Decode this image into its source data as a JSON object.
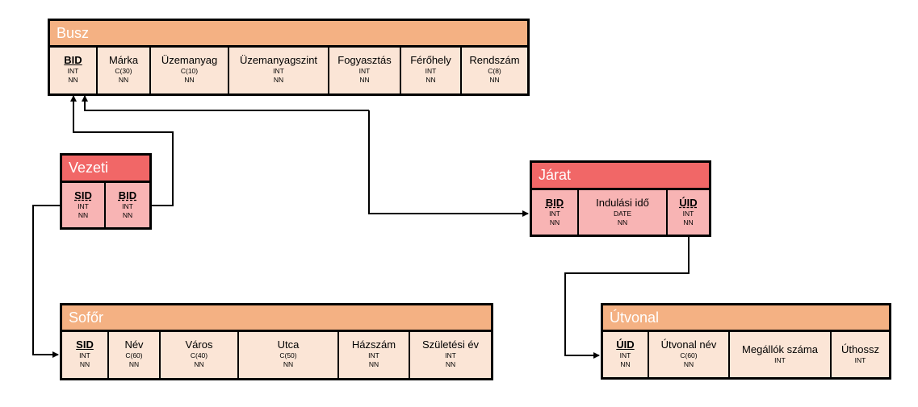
{
  "tables": {
    "busz": {
      "title": "Busz",
      "fields": [
        {
          "name": "BID",
          "type": "INT",
          "nn": "NN",
          "key": true
        },
        {
          "name": "Márka",
          "type": "C(30)",
          "nn": "NN"
        },
        {
          "name": "Üzemanyag",
          "type": "C(10)",
          "nn": "NN"
        },
        {
          "name": "Üzemanyagszint",
          "type": "INT",
          "nn": "NN"
        },
        {
          "name": "Fogyasztás",
          "type": "INT",
          "nn": "NN"
        },
        {
          "name": "Férőhely",
          "type": "INT",
          "nn": "NN"
        },
        {
          "name": "Rendszám",
          "type": "C(8)",
          "nn": "NN"
        }
      ]
    },
    "vezeti": {
      "title": "Vezeti",
      "fields": [
        {
          "name": "SID",
          "type": "INT",
          "nn": "NN",
          "key": true
        },
        {
          "name": "BID",
          "type": "INT",
          "nn": "NN",
          "key": true
        }
      ]
    },
    "jarat": {
      "title": "Járat",
      "fields": [
        {
          "name": "BID",
          "type": "INT",
          "nn": "NN",
          "key": true
        },
        {
          "name": "Indulási idő",
          "type": "DATE",
          "nn": "NN"
        },
        {
          "name": "ÚID",
          "type": "INT",
          "nn": "NN",
          "key": true
        }
      ]
    },
    "sofor": {
      "title": "Sofőr",
      "fields": [
        {
          "name": "SID",
          "type": "INT",
          "nn": "NN",
          "key": true
        },
        {
          "name": "Név",
          "type": "C(60)",
          "nn": "NN"
        },
        {
          "name": "Város",
          "type": "C(40)",
          "nn": "NN"
        },
        {
          "name": "Utca",
          "type": "C(50)",
          "nn": "NN"
        },
        {
          "name": "Házszám",
          "type": "INT",
          "nn": "NN"
        },
        {
          "name": "Születési év",
          "type": "INT",
          "nn": "NN"
        }
      ]
    },
    "utvonal": {
      "title": "Útvonal",
      "fields": [
        {
          "name": "ÚID",
          "type": "INT",
          "nn": "NN",
          "key": true
        },
        {
          "name": "Útvonal név",
          "type": "C(60)",
          "nn": "NN"
        },
        {
          "name": "Megállók száma",
          "type": "INT",
          "nn": ""
        },
        {
          "name": "Úthossz",
          "type": "INT",
          "nn": ""
        }
      ]
    }
  },
  "relations": [
    {
      "from": "vezeti.BID",
      "to": "busz.BID"
    },
    {
      "from": "jarat.BID",
      "to": "busz.BID"
    },
    {
      "from": "vezeti.SID",
      "to": "sofor.SID"
    },
    {
      "from": "jarat.ÚID",
      "to": "utvonal.ÚID"
    }
  ]
}
